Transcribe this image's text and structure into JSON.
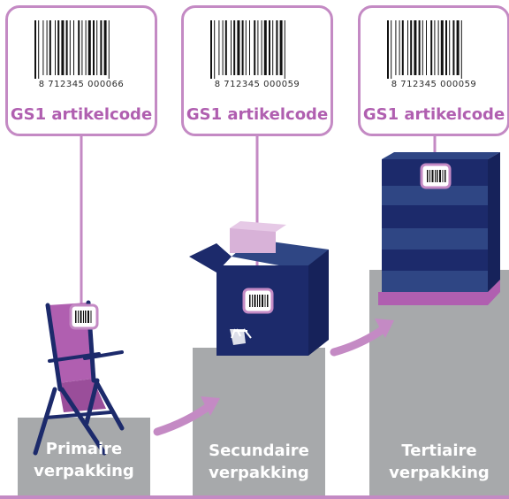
{
  "cards": [
    {
      "code_prefix": "8",
      "code_main": "712345",
      "code_end": "000066",
      "title": "GS1 artikelcode"
    },
    {
      "code_prefix": "8",
      "code_main": "712345",
      "code_end": "000059",
      "title": "GS1 artikelcode"
    },
    {
      "code_prefix": "8",
      "code_main": "712345",
      "code_end": "000059",
      "title": "GS1 artikelcode"
    }
  ],
  "levels": [
    {
      "line1": "Primaire",
      "line2": "verpakking"
    },
    {
      "line1": "Secundaire",
      "line2": "verpakking"
    },
    {
      "line1": "Tertiaire",
      "line2": "verpakking"
    }
  ],
  "colors": {
    "accent": "#b05fb0",
    "accent_light": "#c48ac4",
    "navy": "#1c2a6b",
    "navy_light": "#2f4684",
    "pedestal": "#a7a9ab"
  }
}
